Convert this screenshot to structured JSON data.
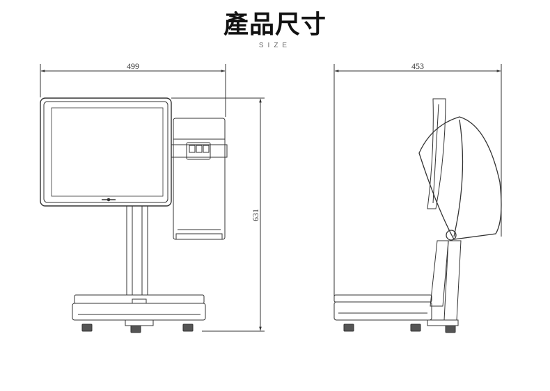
{
  "header": {
    "title": "產品尺寸",
    "subtitle": "SIZE"
  },
  "front_view": {
    "width_label": "499",
    "height_label": "631"
  },
  "side_view": {
    "depth_label": "453"
  }
}
